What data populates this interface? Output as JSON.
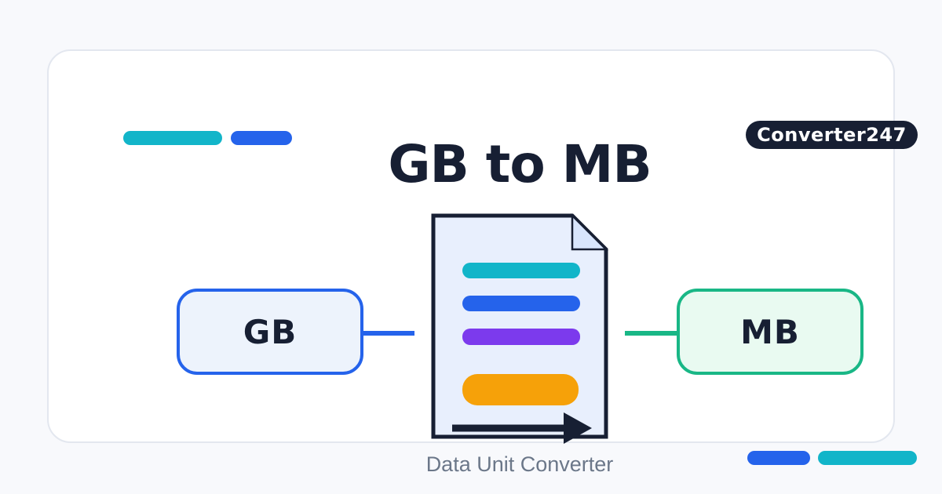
{
  "header": {
    "brand": "Converter247",
    "title": "GB to MB"
  },
  "converter": {
    "from_unit": "GB",
    "to_unit": "MB",
    "caption": "Data Unit Converter"
  },
  "icons": {
    "document": "document-icon with folded corner and text lines",
    "arrow": "arrow-right-icon",
    "decor": "rounded pill bars top-left and bottom-right"
  },
  "document_lines": [
    "teal",
    "blue",
    "purple",
    "orange"
  ],
  "colors": {
    "bg": "#f8f9fc",
    "card-bg": "#ffffff",
    "card-border": "#e3e7ef",
    "navy": "#171f33",
    "teal": "#12b5c9",
    "blue": "#2563eb",
    "purple": "#7c3aed",
    "orange": "#f6a109",
    "green": "#19b786",
    "doc-fill": "#e8effd",
    "doc-fold": "#d8e5fc",
    "from-fill": "#edf3fc",
    "to-fill": "#e9faf1",
    "caption-text": "#6b7789"
  }
}
